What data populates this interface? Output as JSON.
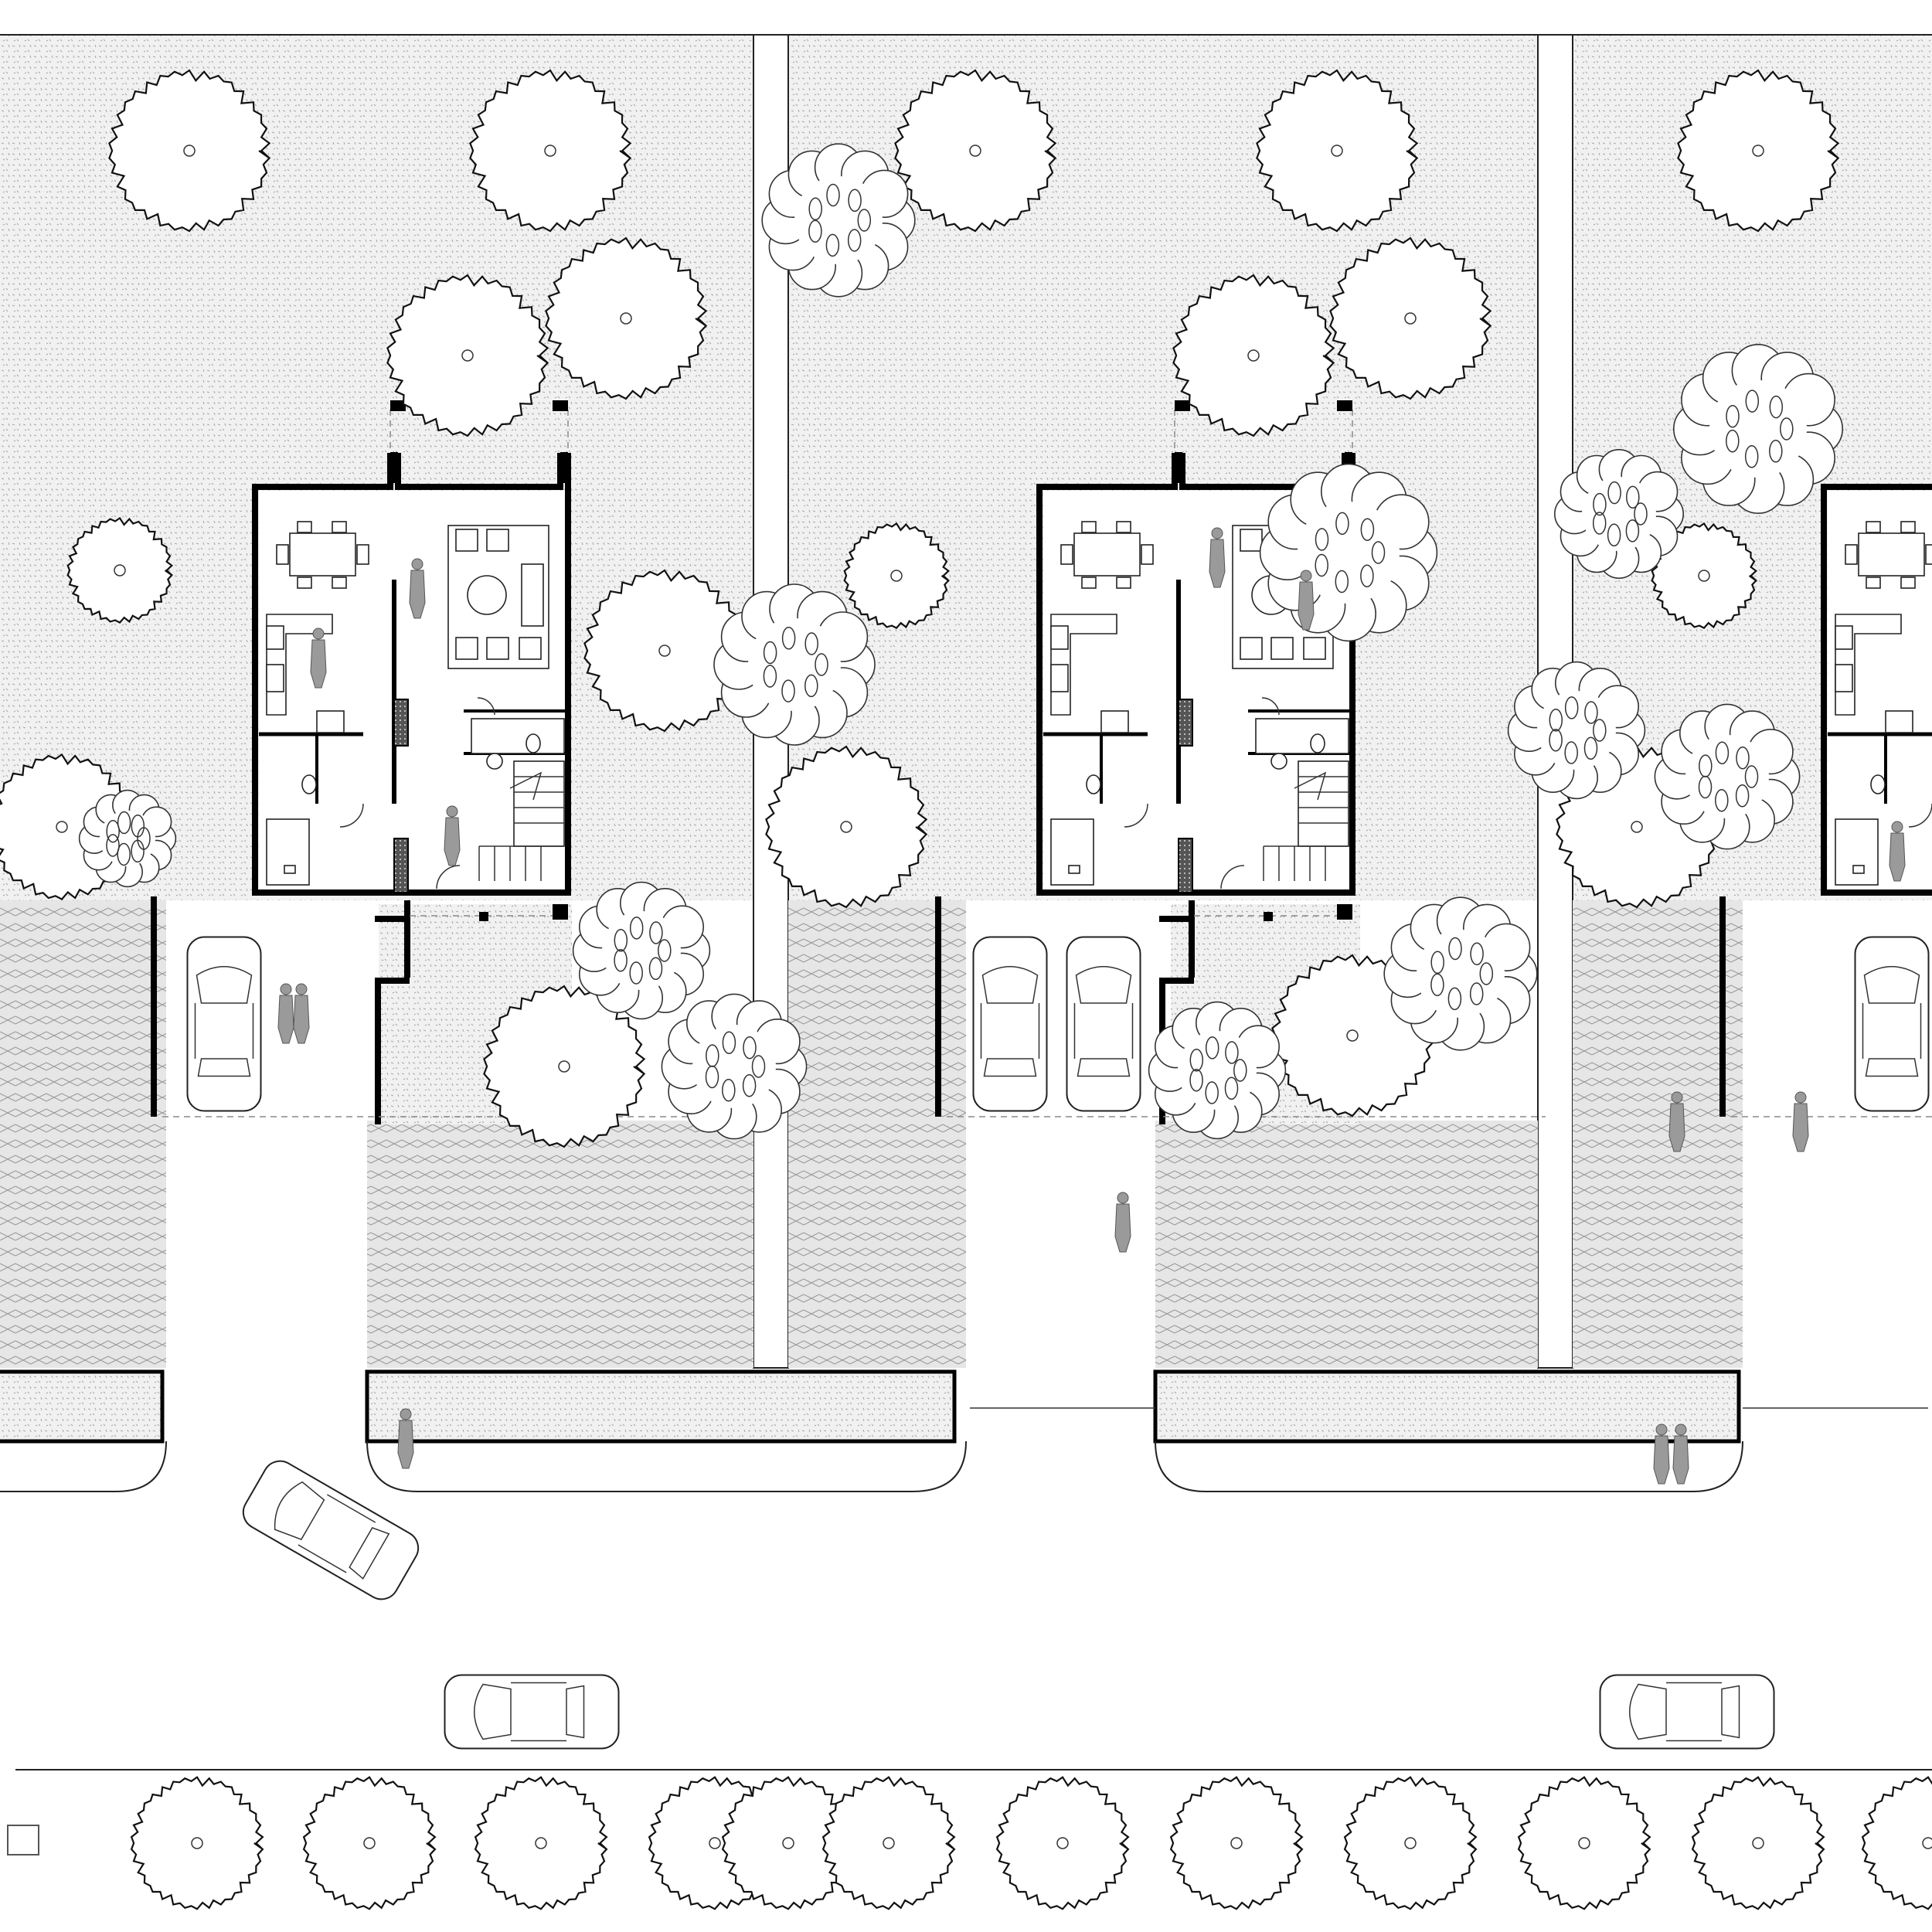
{
  "plan": {
    "type": "architectural site plan",
    "units": [
      {
        "id": "unit-1",
        "label": ""
      },
      {
        "id": "unit-2",
        "label": ""
      },
      {
        "id": "unit-3",
        "label": ""
      }
    ]
  },
  "icons": {
    "tree": "tree-symbol-icon",
    "shrub": "shrub-symbol-icon",
    "car": "car-icon",
    "person": "person-figure-icon",
    "legend": "legend-square-icon"
  },
  "colors": {
    "background": "#ffffff",
    "line": "#111111",
    "grass_fill": "#ededed",
    "paving_fill": "#e2e2e2",
    "person_fill": "#9a9a9a"
  }
}
